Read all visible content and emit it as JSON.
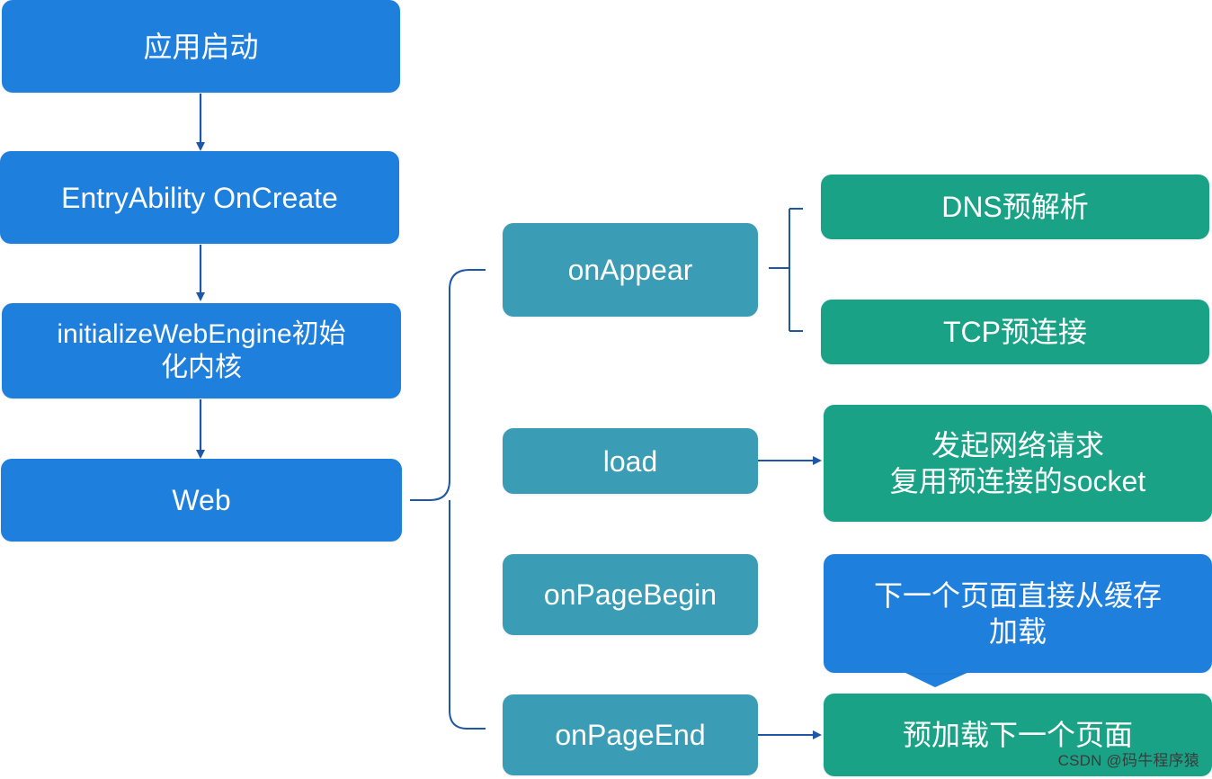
{
  "left_chain": {
    "app_start": "应用启动",
    "entry_ability": "EntryAbility OnCreate",
    "init_engine": "initializeWebEngine初始\n化内核",
    "web": "Web"
  },
  "lifecycle": {
    "on_appear": "onAppear",
    "load": "load",
    "on_page_begin": "onPageBegin",
    "on_page_end": "onPageEnd"
  },
  "results": {
    "dns_prefetch": "DNS预解析",
    "tcp_preconnect": "TCP预连接",
    "network_request": "发起网络请求\n复用预连接的socket",
    "next_page_cache": "下一个页面直接从缓存\n加载",
    "preload_next_page": "预加载下一个页面"
  },
  "watermark": "CSDN @码牛程序猿",
  "colors": {
    "blue": "#1f7fdc",
    "teal": "#3a9cb5",
    "green": "#1aa287",
    "connector": "#1e56a8"
  }
}
